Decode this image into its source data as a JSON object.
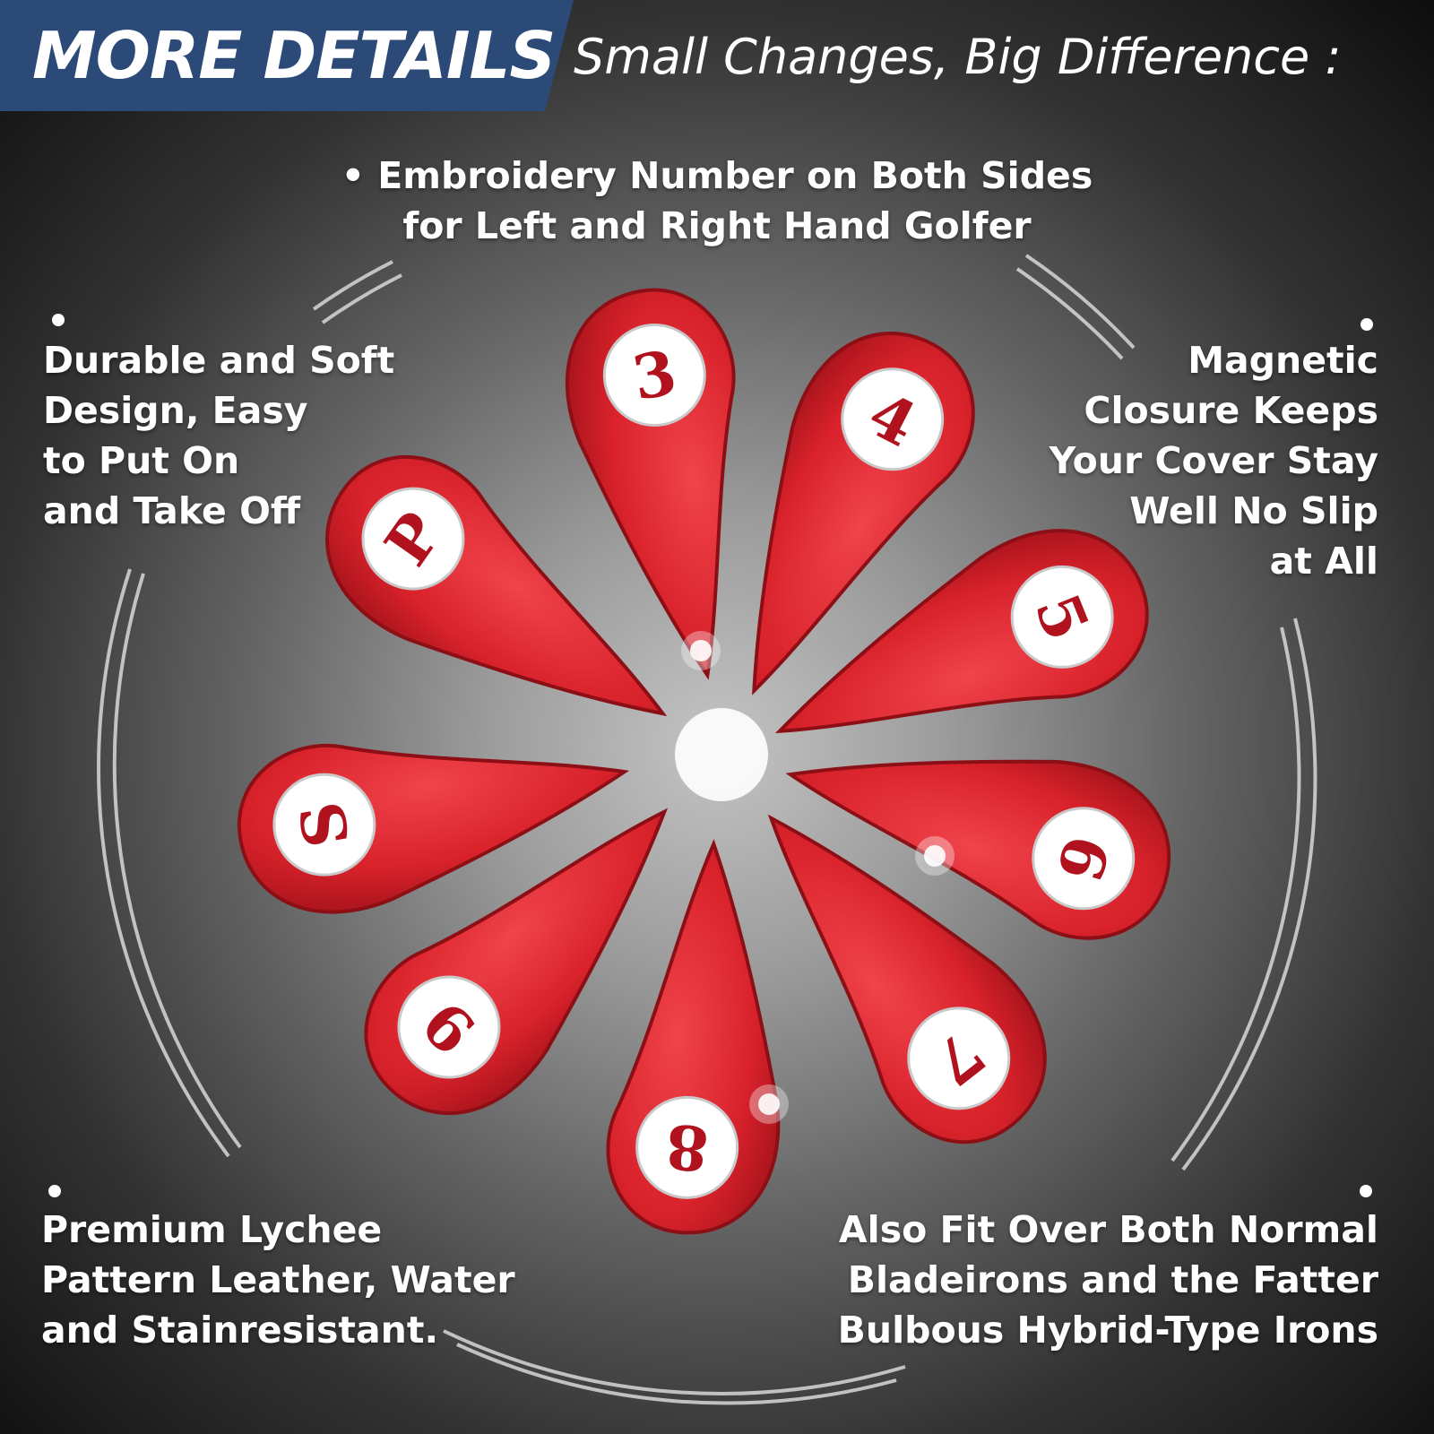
{
  "header": {
    "title": "MORE DETAILS",
    "subtitle": "Small Changes, Big Difference :"
  },
  "features": {
    "top": {
      "lines": [
        "• Embroidery Number on Both Sides",
        "for Left and Right Hand Golfer"
      ]
    },
    "top_left": {
      "lines": [
        "Durable and Soft",
        "Design, Easy",
        "to Put On",
        "and Take Off"
      ]
    },
    "top_right": {
      "lines": [
        "Magnetic",
        "Closure Keeps",
        "Your Cover Stay",
        "Well No Slip",
        "at All"
      ]
    },
    "bottom_left": {
      "lines": [
        "Premium Lychee",
        "Pattern Leather, Water",
        "and Stainresistant."
      ]
    },
    "bottom_right": {
      "lines": [
        "Also Fit Over Both Normal",
        "Bladeirons and the Fatter",
        "Bulbous Hybrid-Type Irons"
      ]
    }
  },
  "headcovers": {
    "color": "#e0262f",
    "badge_color": "#ffffff",
    "number_color": "#b0121e",
    "items": [
      {
        "label": "3"
      },
      {
        "label": "4"
      },
      {
        "label": "5"
      },
      {
        "label": "6"
      },
      {
        "label": "7"
      },
      {
        "label": "8"
      },
      {
        "label": "9"
      },
      {
        "label": "S"
      },
      {
        "label": "P"
      }
    ]
  },
  "colors": {
    "banner": "#2b4a78",
    "text": "#ffffff"
  }
}
